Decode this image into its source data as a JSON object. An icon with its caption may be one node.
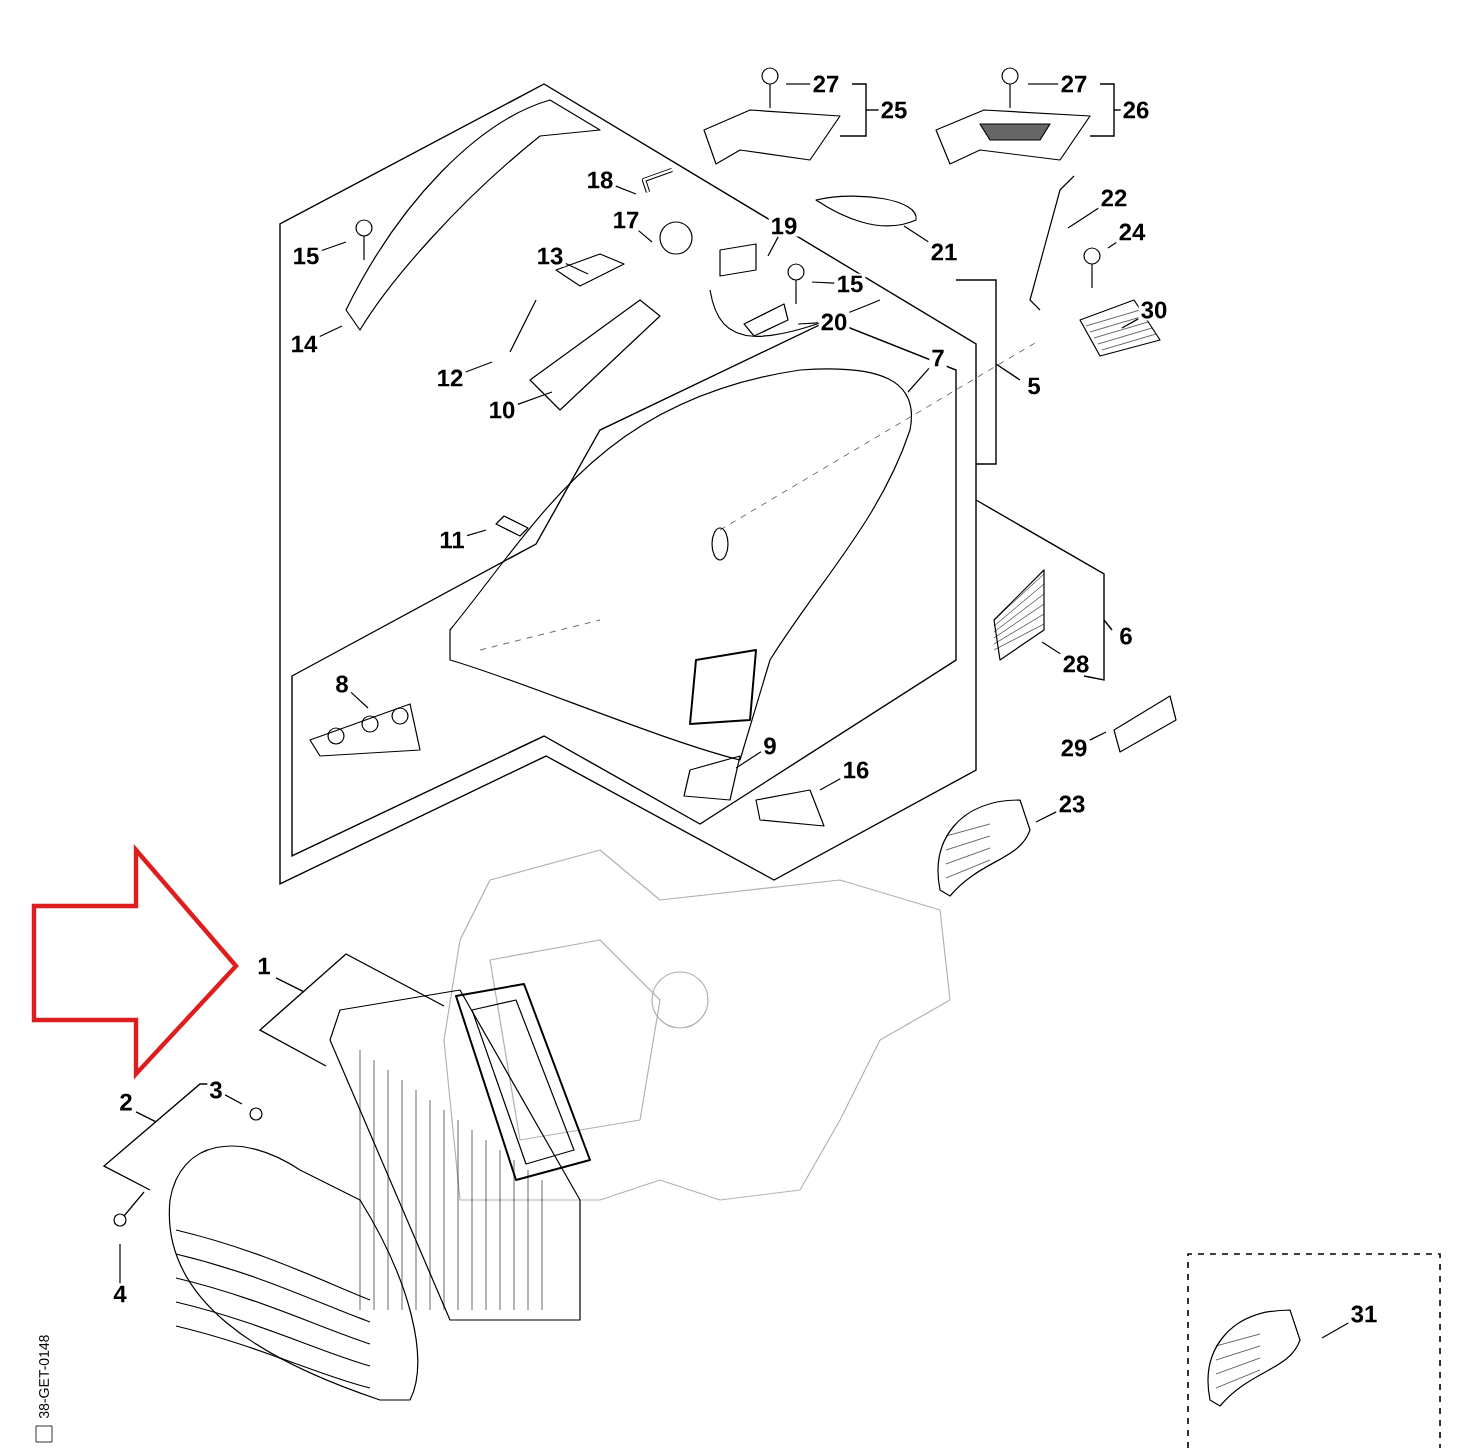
{
  "diagram": {
    "nodes": [
      {
        "text": [
          "27"
        ]
      },
      {
        "text": [
          "25"
        ]
      },
      {
        "text": [
          "27"
        ]
      },
      {
        "text": [
          "26"
        ]
      },
      {
        "text": [
          "18"
        ]
      },
      {
        "text": [
          "22"
        ]
      },
      {
        "text": [
          "17"
        ]
      },
      {
        "text": [
          "19"
        ]
      },
      {
        "text": [
          "15"
        ]
      },
      {
        "text": [
          "15"
        ]
      },
      {
        "text": [
          "13"
        ]
      },
      {
        "text": [
          "21"
        ]
      },
      {
        "text": [
          "24"
        ]
      },
      {
        "text": [
          "20"
        ]
      },
      {
        "text": [
          "30"
        ]
      },
      {
        "text": [
          "14"
        ]
      },
      {
        "text": [
          "7"
        ]
      },
      {
        "text": [
          "12"
        ]
      },
      {
        "text": [
          "5"
        ]
      },
      {
        "text": [
          "10"
        ]
      },
      {
        "text": [
          "11"
        ]
      },
      {
        "text": [
          "6"
        ]
      },
      {
        "text": [
          "28"
        ]
      },
      {
        "text": [
          "8"
        ]
      },
      {
        "text": [
          "9"
        ]
      },
      {
        "text": [
          "29"
        ]
      },
      {
        "text": [
          "16"
        ]
      },
      {
        "text": [
          "23"
        ]
      },
      {
        "text": [
          "1"
        ]
      },
      {
        "text": [
          "2"
        ]
      },
      {
        "text": [
          "3"
        ]
      },
      {
        "text": [
          "4"
        ]
      },
      {
        "text": [],
        "shape": "box"
      },
      {
        "text": [
          "31"
        ],
        "in": 32
      }
    ],
    "edges": [
      {
        "from": 0,
        "to": null,
        "arrow": "none"
      },
      {
        "from": 2,
        "to": null,
        "arrow": "none"
      },
      {
        "from": 4,
        "to": null,
        "arrow": "none"
      },
      {
        "from": 5,
        "to": null,
        "arrow": "none"
      },
      {
        "from": 6,
        "to": null,
        "arrow": "none"
      },
      {
        "from": 7,
        "to": null,
        "arrow": "none"
      },
      {
        "from": 8,
        "to": null,
        "arrow": "none"
      },
      {
        "from": 9,
        "to": null,
        "arrow": "none"
      },
      {
        "from": 10,
        "to": null,
        "arrow": "none"
      },
      {
        "from": 11,
        "to": null,
        "arrow": "none"
      },
      {
        "from": 12,
        "to": null,
        "arrow": "none"
      },
      {
        "from": 13,
        "to": null,
        "arrow": "none"
      },
      {
        "from": 14,
        "to": null,
        "arrow": "none"
      },
      {
        "from": 15,
        "to": null,
        "arrow": "none"
      },
      {
        "from": 16,
        "to": null,
        "arrow": "none"
      },
      {
        "from": 17,
        "to": null,
        "arrow": "none"
      },
      {
        "from": 19,
        "to": null,
        "arrow": "none"
      },
      {
        "from": 20,
        "to": null,
        "arrow": "none"
      },
      {
        "from": 22,
        "to": null,
        "arrow": "none"
      },
      {
        "from": 23,
        "to": null,
        "arrow": "none"
      },
      {
        "from": 24,
        "to": null,
        "arrow": "none"
      },
      {
        "from": 25,
        "to": null,
        "arrow": "none"
      },
      {
        "from": 26,
        "to": null,
        "arrow": "none"
      },
      {
        "from": 27,
        "to": null,
        "arrow": "none"
      },
      {
        "from": 30,
        "to": null,
        "arrow": "none"
      },
      {
        "from": 31,
        "to": null,
        "arrow": "none"
      },
      {
        "from": 33,
        "to": null,
        "arrow": "none"
      }
    ],
    "labels": [
      "38-GET-0148"
    ]
  }
}
